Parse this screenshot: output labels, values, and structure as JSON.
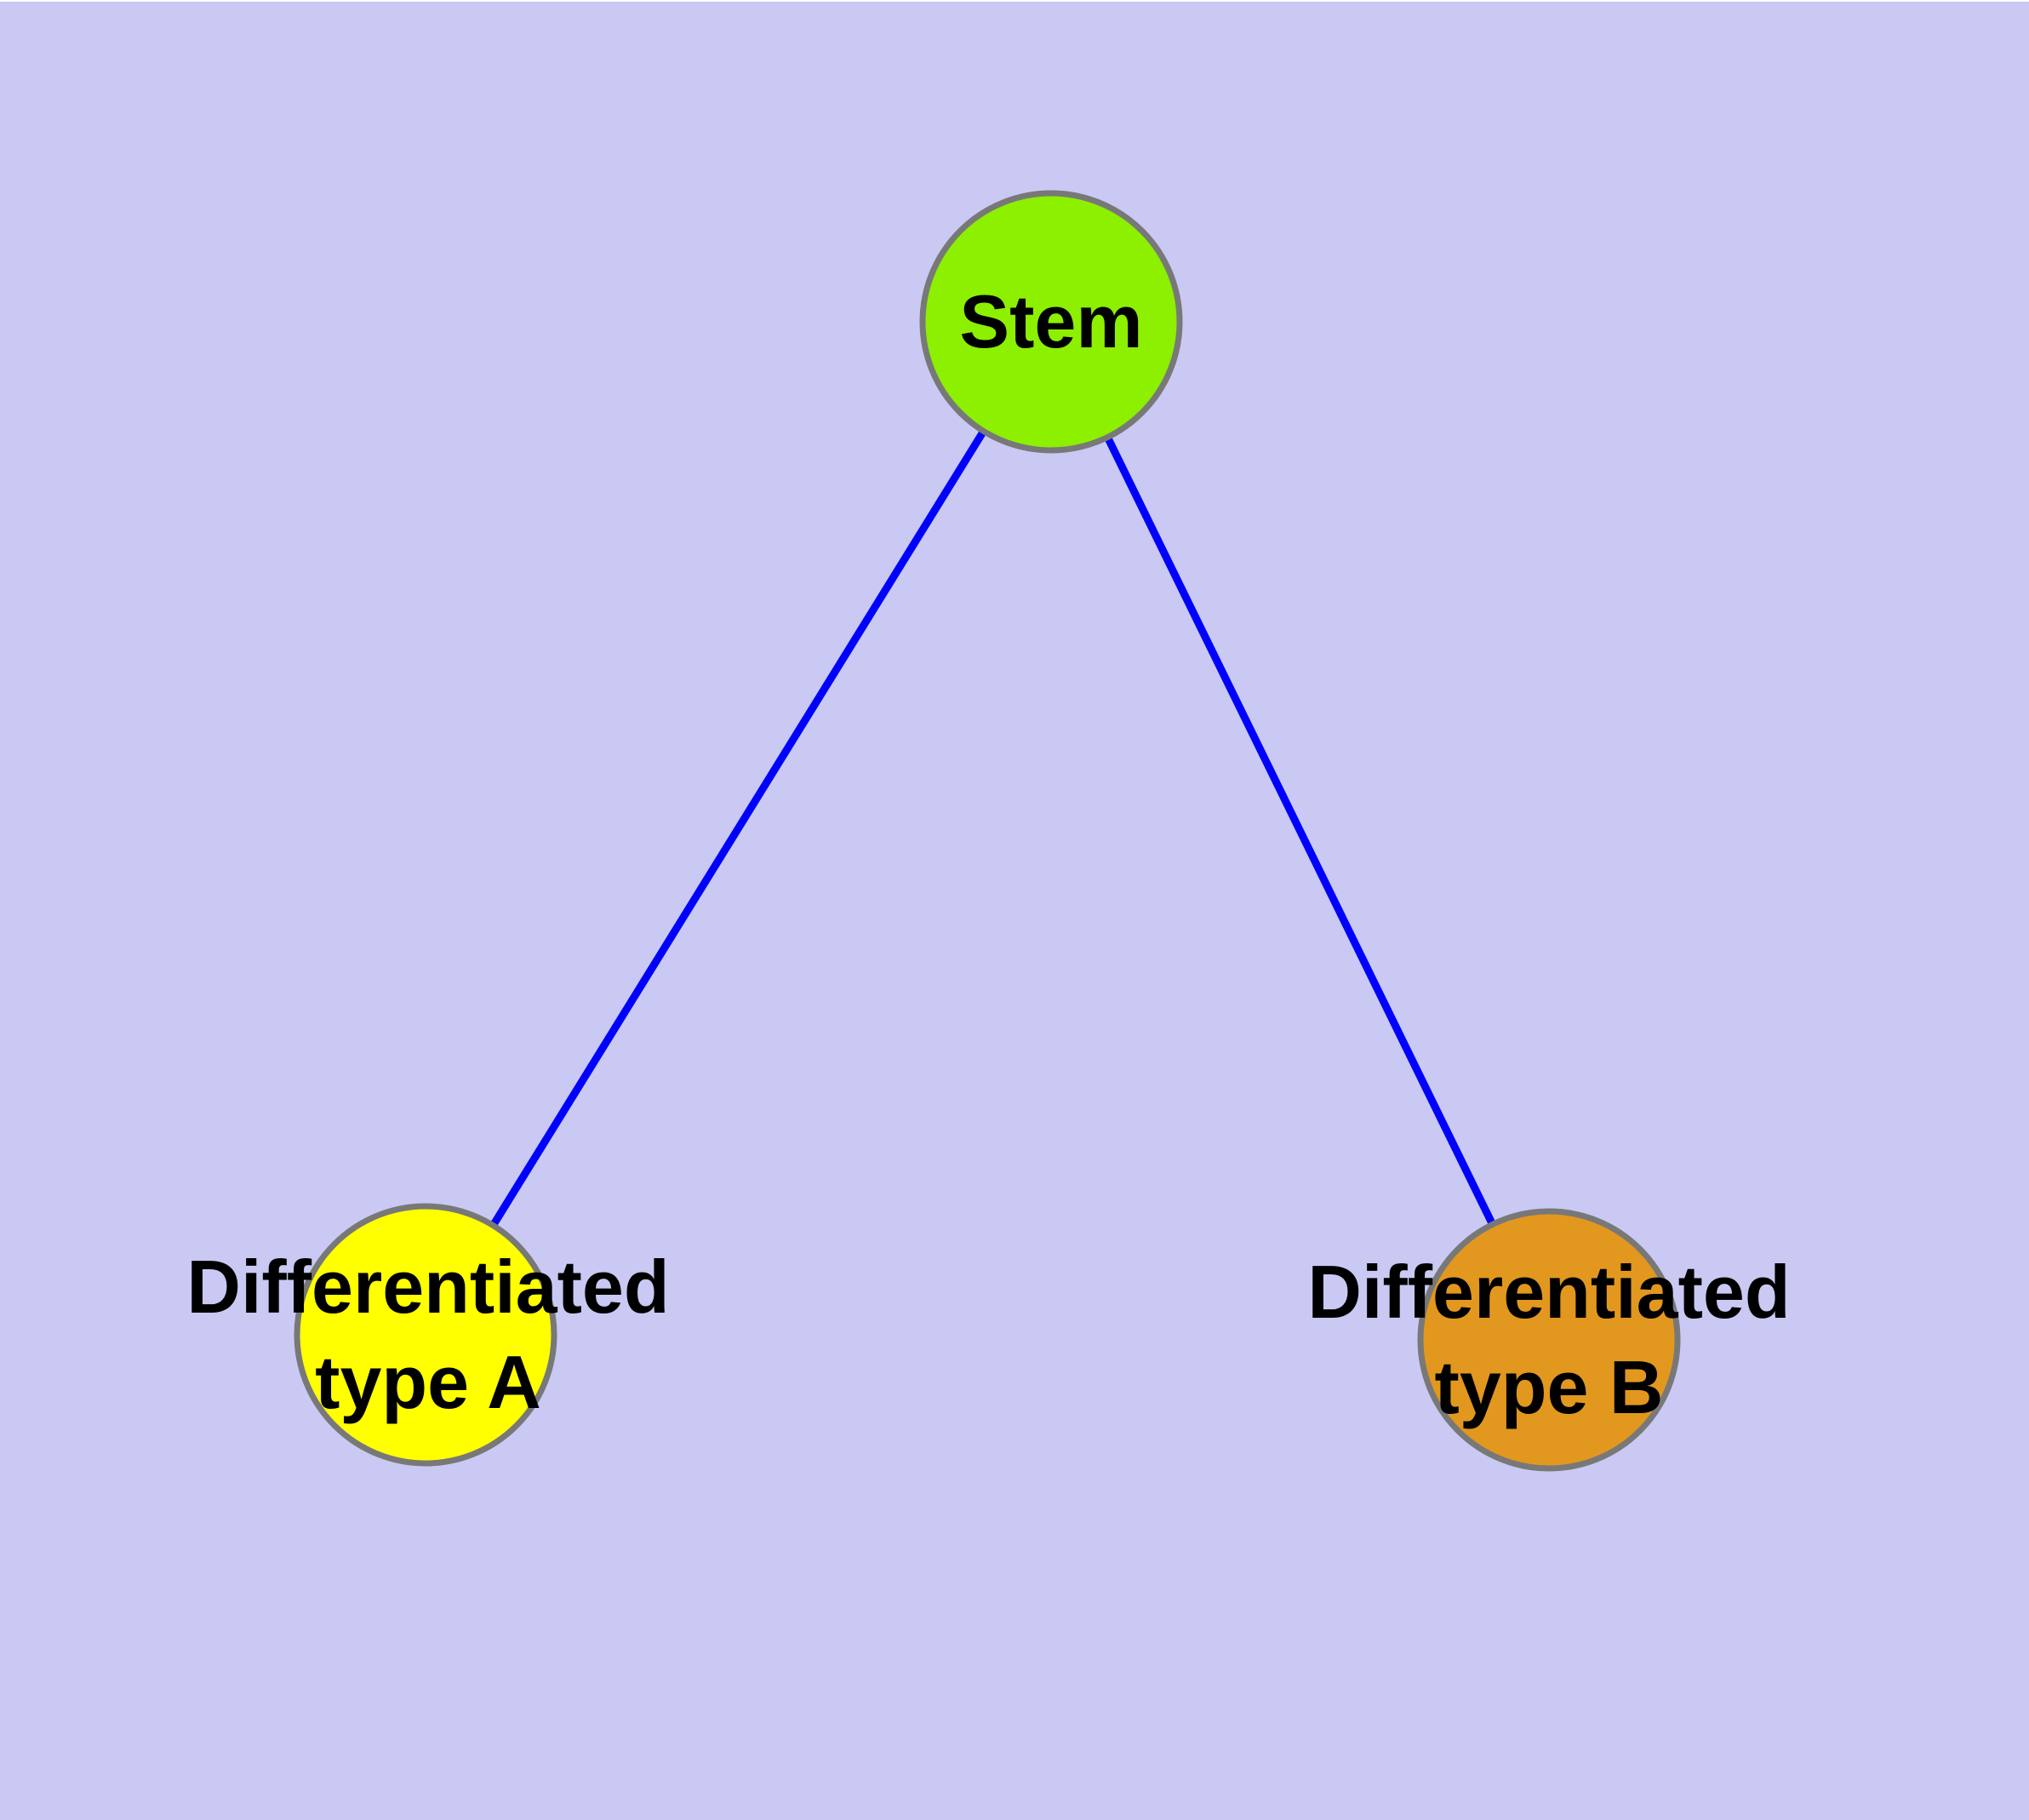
{
  "diagram": {
    "type": "node-link-graph",
    "background_color": "#C9C9F3",
    "edge_color": "#0000FF",
    "node_border_color": "#787878",
    "label_color": "#000000",
    "nodes": [
      {
        "id": "stem",
        "label": "Stem",
        "fill": "#8CF000"
      },
      {
        "id": "differentiated-type-a",
        "label": "Differentiated\ntype A",
        "fill": "#FFFF00"
      },
      {
        "id": "differentiated-type-b",
        "label": "Differentiated\ntype B",
        "fill": "#E2981E"
      }
    ],
    "edges": [
      {
        "from": "Stem",
        "to": "Differentiated type A"
      },
      {
        "from": "Stem",
        "to": "Differentiated type B"
      }
    ]
  }
}
